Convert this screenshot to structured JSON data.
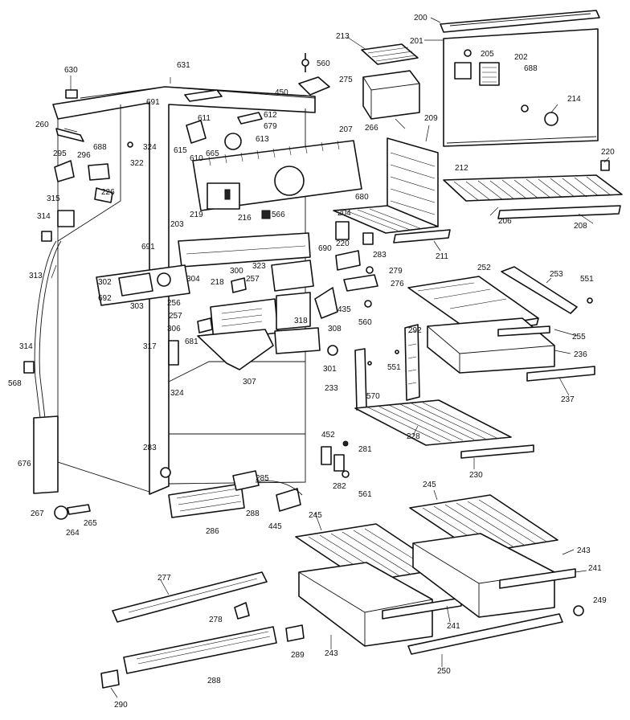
{
  "diagram": {
    "labels": {
      "p200": "200",
      "p201": "201",
      "p202": "202",
      "p205": "205",
      "p688a": "688",
      "p213": "213",
      "p560a": "560",
      "p450": "450",
      "p275": "275",
      "p631": "631",
      "p630": "630",
      "p691a": "691",
      "p611": "611",
      "p612": "612",
      "p679": "679",
      "p260": "260",
      "p688b": "688",
      "p295": "295",
      "p296": "296",
      "p324a": "324",
      "p615": "615",
      "p613": "613",
      "p322": "322",
      "p610": "610",
      "p665": "665",
      "p266": "266",
      "p209": "209",
      "p207": "207",
      "p214": "214",
      "p226": "226",
      "p212": "212",
      "p220a": "220",
      "p315": "315",
      "p680": "680",
      "p216": "216",
      "p566": "566",
      "p219": "219",
      "p314a": "314",
      "p203": "203",
      "p204": "204",
      "p206": "206",
      "p208": "208",
      "p220b": "220",
      "p211": "211",
      "p691b": "691",
      "p690": "690",
      "p283a": "283",
      "p218": "218",
      "p300": "300",
      "p323": "323",
      "p279": "279",
      "p252": "252",
      "p253": "253",
      "p313": "313",
      "p302": "302",
      "p304": "304",
      "p257a": "257",
      "p276": "276",
      "p551a": "551",
      "p692": "692",
      "p303": "303",
      "p256": "256",
      "p257b": "257",
      "p435": "435",
      "p560b": "560",
      "p255": "255",
      "p306": "306",
      "p681": "681",
      "p318": "318",
      "p308": "308",
      "p292": "292",
      "p236": "236",
      "p317": "317",
      "p314b": "314",
      "p568": "568",
      "p307": "307",
      "p301": "301",
      "p551b": "551",
      "p233": "233",
      "p570": "570",
      "p237": "237",
      "p324b": "324",
      "p452": "452",
      "p281": "281",
      "p228": "228",
      "p283b": "283",
      "p676": "676",
      "p285": "285",
      "p282": "282",
      "p230": "230",
      "p561": "561",
      "p245a": "245",
      "p245b": "245",
      "p267": "267",
      "p264": "264",
      "p265": "265",
      "p288a": "288",
      "p286": "286",
      "p445": "445",
      "p243a": "243",
      "p241a": "241",
      "p277": "277",
      "p249": "249",
      "p278": "278",
      "p241b": "241",
      "p243b": "243",
      "p289": "289",
      "p250": "250",
      "p288b": "288",
      "p290": "290"
    }
  }
}
